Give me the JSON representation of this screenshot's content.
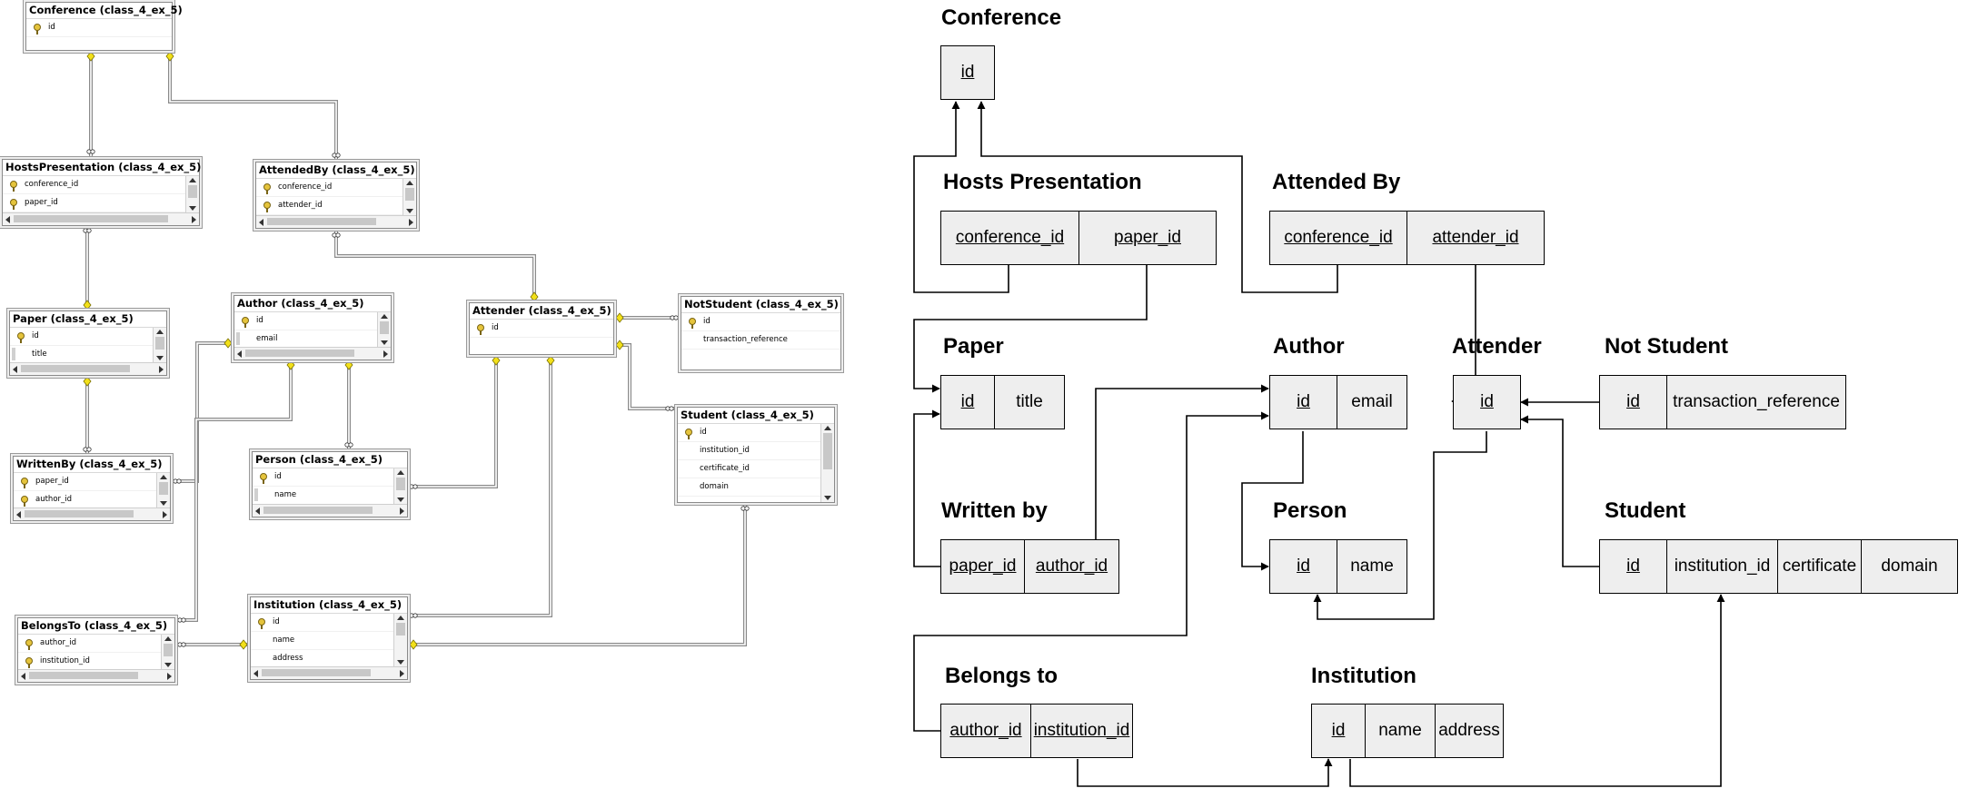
{
  "ssms_diagram": {
    "tables": {
      "conference": {
        "title": "Conference (class_4_ex_5)",
        "rows": [
          "id"
        ]
      },
      "hosts_presentation": {
        "title": "HostsPresentation (class_4_ex_5)",
        "rows": [
          "conference_id",
          "paper_id"
        ]
      },
      "attended_by": {
        "title": "AttendedBy (class_4_ex_5)",
        "rows": [
          "conference_id",
          "attender_id"
        ]
      },
      "paper": {
        "title": "Paper (class_4_ex_5)",
        "rows": [
          "id",
          "title"
        ]
      },
      "author": {
        "title": "Author (class_4_ex_5)",
        "rows": [
          "id",
          "email"
        ]
      },
      "attender": {
        "title": "Attender (class_4_ex_5)",
        "rows": [
          "id"
        ]
      },
      "not_student": {
        "title": "NotStudent (class_4_ex_5)",
        "rows": [
          "id",
          "transaction_reference"
        ]
      },
      "student": {
        "title": "Student (class_4_ex_5)",
        "rows": [
          "id",
          "institution_id",
          "certificate_id",
          "domain"
        ]
      },
      "person": {
        "title": "Person (class_4_ex_5)",
        "rows": [
          "id",
          "name"
        ]
      },
      "written_by": {
        "title": "WrittenBy (class_4_ex_5)",
        "rows": [
          "paper_id",
          "author_id"
        ]
      },
      "belongs_to": {
        "title": "BelongsTo (class_4_ex_5)",
        "rows": [
          "author_id",
          "institution_id"
        ]
      },
      "institution": {
        "title": "Institution (class_4_ex_5)",
        "rows": [
          "id",
          "name",
          "address"
        ]
      }
    }
  },
  "er_diagram": {
    "entities": {
      "conference": {
        "title": "Conference",
        "columns": [
          "id"
        ]
      },
      "hosts_presentation": {
        "title": "Hosts Presentation",
        "columns": [
          "conference_id",
          "paper_id"
        ]
      },
      "attended_by": {
        "title": "Attended By",
        "columns": [
          "conference_id",
          "attender_id"
        ]
      },
      "paper": {
        "title": "Paper",
        "columns": [
          "id",
          "title"
        ]
      },
      "author": {
        "title": "Author",
        "columns": [
          "id",
          "email"
        ]
      },
      "attender": {
        "title": "Attender",
        "columns": [
          "id"
        ]
      },
      "not_student": {
        "title": "Not Student",
        "columns": [
          "id",
          "transaction_reference"
        ]
      },
      "written_by": {
        "title": "Written by",
        "columns": [
          "paper_id",
          "author_id"
        ]
      },
      "person": {
        "title": "Person",
        "columns": [
          "id",
          "name"
        ]
      },
      "student": {
        "title": "Student",
        "columns": [
          "id",
          "institution_id",
          "certificate",
          "domain"
        ]
      },
      "belongs_to": {
        "title": "Belongs to",
        "columns": [
          "author_id",
          "institution_id"
        ]
      },
      "institution": {
        "title": "Institution",
        "columns": [
          "id",
          "name",
          "address"
        ]
      }
    }
  },
  "colors": {
    "er_box_fill": "#eeeeee",
    "relationship_line": "#8a8a8a",
    "key_icon": "#e5c43c",
    "connector_diamond": "#f2e01a"
  }
}
